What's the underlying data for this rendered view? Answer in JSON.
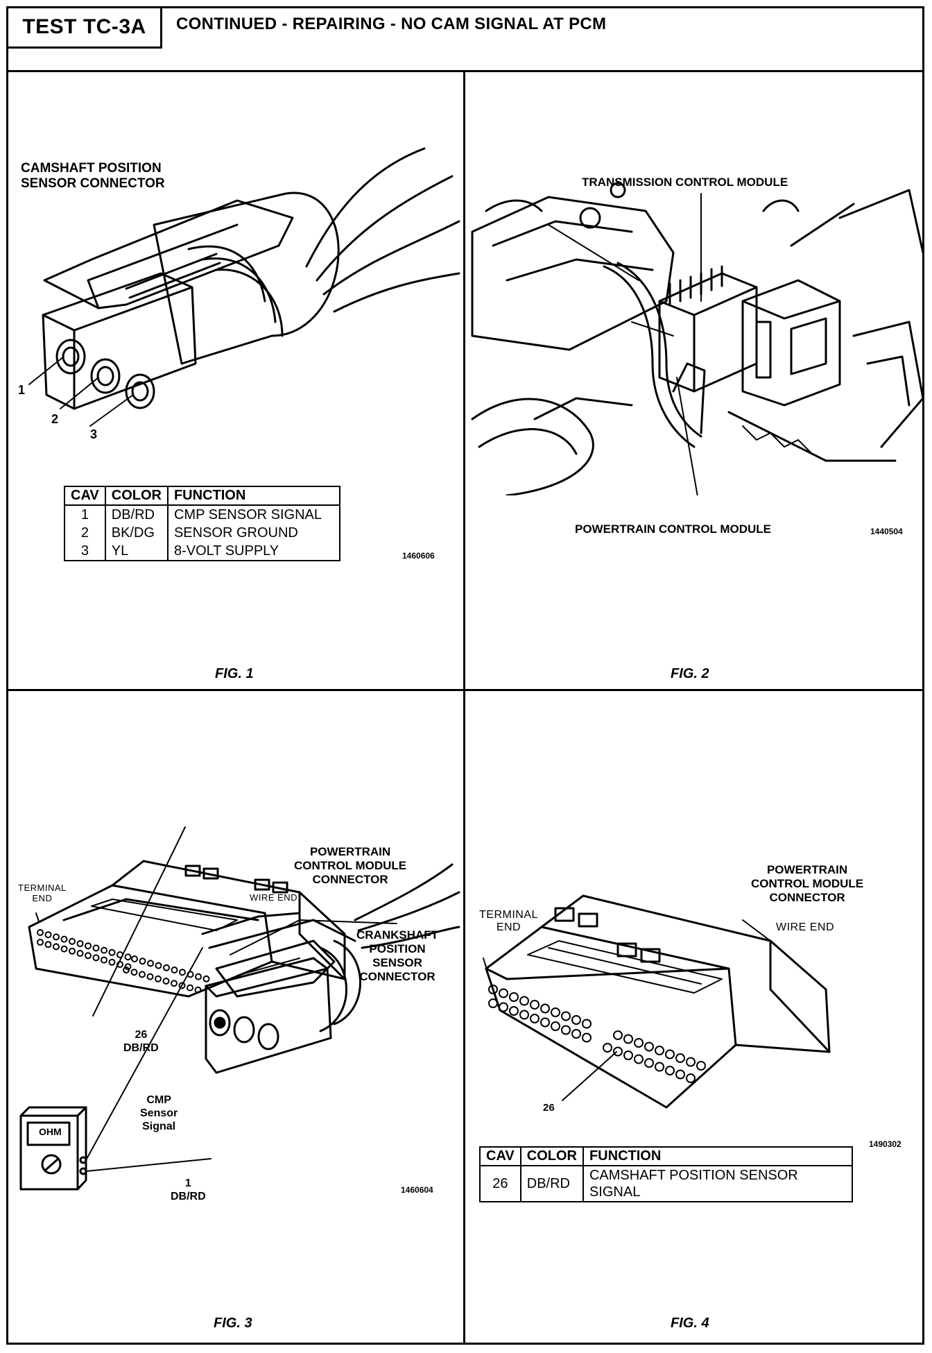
{
  "header": {
    "test_id": "TEST TC-3A",
    "title": "CONTINUED -  REPAIRING - NO CAM SIGNAL AT PCM"
  },
  "fig1": {
    "caption": "FIG. 1",
    "label_line1": "CAMSHAFT POSITION",
    "label_line2": "SENSOR CONNECTOR",
    "pin_labels": [
      "1",
      "2",
      "3"
    ],
    "part_number": "1460606",
    "table": {
      "headers": [
        "CAV",
        "COLOR",
        "FUNCTION"
      ],
      "rows": [
        [
          "1",
          "DB/RD",
          "CMP SENSOR SIGNAL"
        ],
        [
          "2",
          "BK/DG",
          "SENSOR GROUND"
        ],
        [
          "3",
          "YL",
          "8-VOLT SUPPLY"
        ]
      ]
    }
  },
  "fig2": {
    "caption": "FIG. 2",
    "top_label": "TRANSMISSION CONTROL MODULE",
    "bottom_label": "POWERTRAIN CONTROL MODULE",
    "part_number": "1440504"
  },
  "fig3": {
    "caption": "FIG. 3",
    "pcm_label": [
      "POWERTRAIN",
      "CONTROL MODULE",
      "CONNECTOR"
    ],
    "terminal_end": [
      "TERMINAL",
      "END"
    ],
    "wire_end": "WIRE  END",
    "ckp_label": [
      "CRANKSHAFT",
      "POSITION",
      "SENSOR",
      "CONNECTOR"
    ],
    "cav26": [
      "26",
      "DB/RD"
    ],
    "cmp_label": [
      "CMP",
      "Sensor",
      "Signal"
    ],
    "cav1": [
      "1",
      "DB/RD"
    ],
    "meter_display": "OHM",
    "part_number": "1460604"
  },
  "fig4": {
    "caption": "FIG. 4",
    "pcm_label": [
      "POWERTRAIN",
      "CONTROL MODULE",
      "CONNECTOR"
    ],
    "terminal_end": [
      "TERMINAL",
      "END"
    ],
    "wire_end": "WIRE  END",
    "cav_callout": "26",
    "part_number": "1490302",
    "table": {
      "headers": [
        "CAV",
        "COLOR",
        "FUNCTION"
      ],
      "rows": [
        [
          "26",
          "DB/RD",
          "CAMSHAFT POSITION SENSOR SIGNAL"
        ]
      ]
    }
  }
}
